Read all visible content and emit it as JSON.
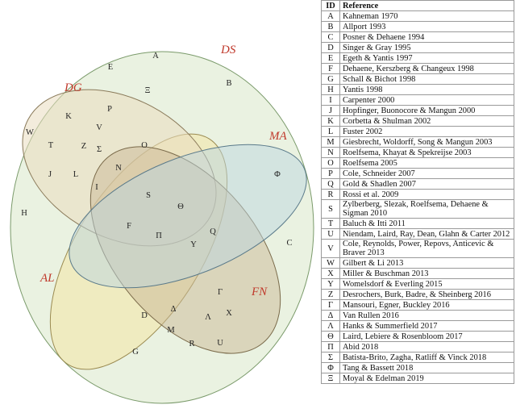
{
  "sets": [
    {
      "id": "DS",
      "label": "DS",
      "color": "#d9e8c8",
      "label_color": "#c0392b"
    },
    {
      "id": "DG",
      "label": "DG",
      "color": "#e9dcc0",
      "label_color": "#c0392b"
    },
    {
      "id": "MA",
      "label": "MA",
      "color": "#bcd6e0",
      "label_color": "#c0392b"
    },
    {
      "id": "AL",
      "label": "AL",
      "color": "#f3e3a0",
      "label_color": "#c0392b"
    },
    {
      "id": "FN",
      "label": "FN",
      "color": "#c9b896",
      "label_color": "#c0392b"
    }
  ],
  "letters": [
    "A",
    "E",
    "Ξ",
    "B",
    "K",
    "P",
    "V",
    "W",
    "T",
    "Z",
    "Σ",
    "O",
    "N",
    "J",
    "L",
    "I",
    "Φ",
    "H",
    "S",
    "Θ",
    "F",
    "Π",
    "Q",
    "Y",
    "C",
    "Γ",
    "Δ",
    "D",
    "X",
    "Λ",
    "M",
    "R",
    "U",
    "G"
  ],
  "table": {
    "header": {
      "id": "ID",
      "reference": "Reference"
    },
    "rows": [
      {
        "id": "A",
        "ref": "Kahneman 1970"
      },
      {
        "id": "B",
        "ref": "Allport 1993"
      },
      {
        "id": "C",
        "ref": "Posner & Dehaene 1994"
      },
      {
        "id": "D",
        "ref": "Singer & Gray 1995"
      },
      {
        "id": "E",
        "ref": "Egeth & Yantis 1997"
      },
      {
        "id": "F",
        "ref": "Dehaene, Kerszberg  & Changeux 1998"
      },
      {
        "id": "G",
        "ref": "Schall & Bichot 1998"
      },
      {
        "id": "H",
        "ref": "Yantis 1998"
      },
      {
        "id": "I",
        "ref": "Carpenter 2000"
      },
      {
        "id": "J",
        "ref": "Hopfinger, Buonocore & Mangun 2000"
      },
      {
        "id": "K",
        "ref": "Corbetta & Shulman 2002"
      },
      {
        "id": "L",
        "ref": "Fuster 2002"
      },
      {
        "id": "M",
        "ref": "Giesbrecht, Woldorff, Song & Mangun  2003"
      },
      {
        "id": "N",
        "ref": "Roelfsema, Khayat & Spekreijse 2003"
      },
      {
        "id": "O",
        "ref": "Roelfsema 2005"
      },
      {
        "id": "P",
        "ref": "Cole, Schneider 2007"
      },
      {
        "id": "Q",
        "ref": "Gold & Shadlen 2007"
      },
      {
        "id": "R",
        "ref": "Rossi et al. 2009"
      },
      {
        "id": "S",
        "ref": "Zylberberg, Slezak, Roelfsema, Dehaene & Sigman 2010"
      },
      {
        "id": "T",
        "ref": "Baluch & Itti 2011"
      },
      {
        "id": "U",
        "ref": "Niendam, Laird, Ray, Dean, Glahn & Carter 2012"
      },
      {
        "id": "V",
        "ref": "Cole, Reynolds, Power, Repovs, Anticevic & Braver 2013"
      },
      {
        "id": "W",
        "ref": "Gilbert & Li 2013"
      },
      {
        "id": "X",
        "ref": "Miller & Buschman 2013"
      },
      {
        "id": "Y",
        "ref": "Womelsdorf  & Everling 2015"
      },
      {
        "id": "Z",
        "ref": "Desrochers, Burk, Badre, & Sheinberg  2016"
      },
      {
        "id": "Γ",
        "ref": "Mansouri, Egner, Buckley  2016"
      },
      {
        "id": "Δ",
        "ref": "Van Rullen 2016"
      },
      {
        "id": "Λ",
        "ref": "Hanks & Summerfield 2017"
      },
      {
        "id": "Θ",
        "ref": "Laird, Lebiere & Rosenbloom 2017"
      },
      {
        "id": "Π",
        "ref": "Abid 2018"
      },
      {
        "id": "Σ",
        "ref": "Batista-Brito, Zagha, Ratliff & Vinck 2018"
      },
      {
        "id": "Φ",
        "ref": "Tang & Bassett 2018"
      },
      {
        "id": "Ξ",
        "ref": "Moyal & Edelman 2019"
      }
    ]
  }
}
